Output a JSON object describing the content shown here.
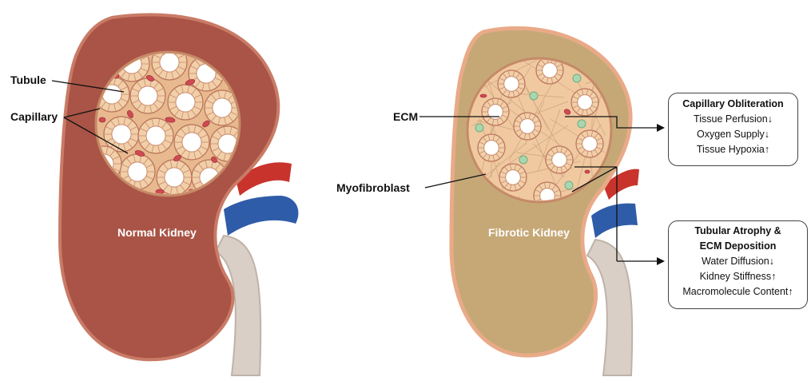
{
  "labels": {
    "tubule": "Tubule",
    "capillary": "Capillary",
    "ecm": "ECM",
    "myofibroblast": "Myofibroblast",
    "normal_kidney": "Normal Kidney",
    "fibrotic_kidney": "Fibrotic Kidney"
  },
  "box_capillary": {
    "title": "Capillary Obliteration",
    "items": [
      {
        "text": "Tissue Perfusion",
        "arrow": "↓"
      },
      {
        "text": "Oxygen Supply",
        "arrow": "↓"
      },
      {
        "text": "Tissue Hypoxia",
        "arrow": "↑"
      }
    ]
  },
  "box_tubular": {
    "title_line1": "Tubular Atrophy &",
    "title_line2": "ECM Deposition",
    "items": [
      {
        "text": "Water Diffusion",
        "arrow": "↓"
      },
      {
        "text": "Kidney Stiffness",
        "arrow": "↑"
      },
      {
        "text": "Macromolecule Content",
        "arrow": "↑"
      }
    ]
  },
  "colors": {
    "normal_kidney": "#a95446",
    "normal_kidney_edge": "#c97b66",
    "fibrotic_kidney": "#c6a877",
    "fibrotic_kidney_edge": "#e9aa88",
    "artery": "#c8342c",
    "vein": "#2f5ca8",
    "ureter": "#d9cfc6"
  }
}
